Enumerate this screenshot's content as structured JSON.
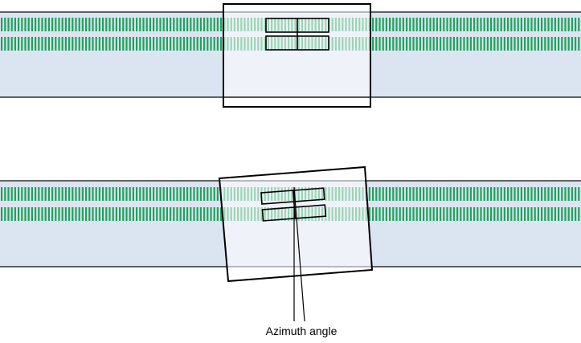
{
  "diagram": {
    "caption": "Azimuth angle",
    "colors": {
      "tape_band": "#dbe5f1",
      "track_marks": "#1fa35a",
      "outline": "#000000",
      "background": "#ffffff"
    },
    "panels": [
      {
        "name": "aligned-head",
        "azimuth_tilt": "none"
      },
      {
        "name": "tilted-head",
        "azimuth_tilt": "rotated"
      }
    ]
  }
}
